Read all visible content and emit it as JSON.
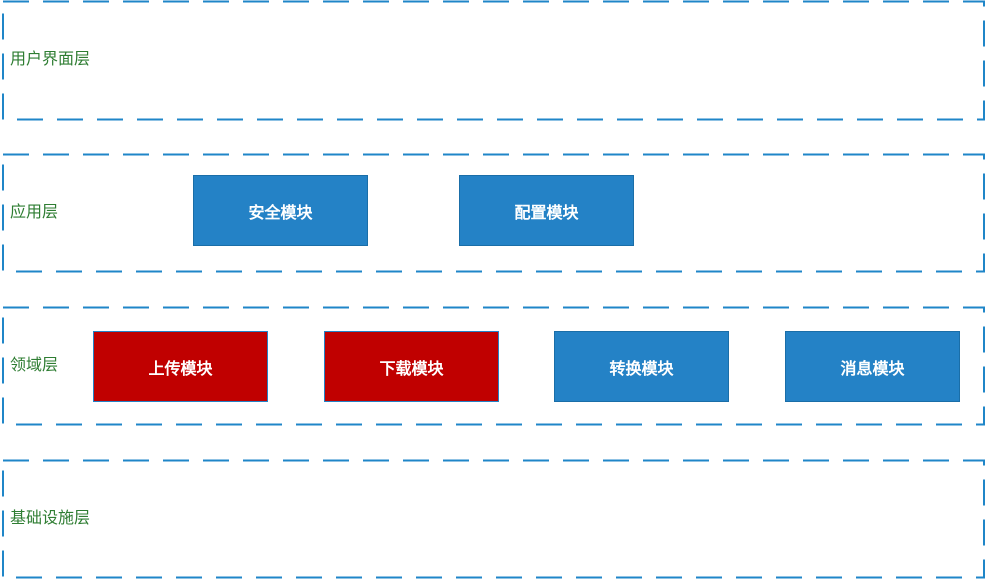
{
  "colors": {
    "dash": "#1f86c8",
    "label": "#2e7d32",
    "module_blue": "#2482c6",
    "module_red": "#c00000"
  },
  "layers": [
    {
      "label": "用户界面层"
    },
    {
      "label": "应用层"
    },
    {
      "label": "领域层"
    },
    {
      "label": "基础设施层"
    }
  ],
  "application_modules": [
    {
      "label": "安全模块",
      "color": "blue"
    },
    {
      "label": "配置模块",
      "color": "blue"
    }
  ],
  "domain_modules": [
    {
      "label": "上传模块",
      "color": "red"
    },
    {
      "label": "下载模块",
      "color": "red"
    },
    {
      "label": "转换模块",
      "color": "blue"
    },
    {
      "label": "消息模块",
      "color": "blue"
    }
  ]
}
